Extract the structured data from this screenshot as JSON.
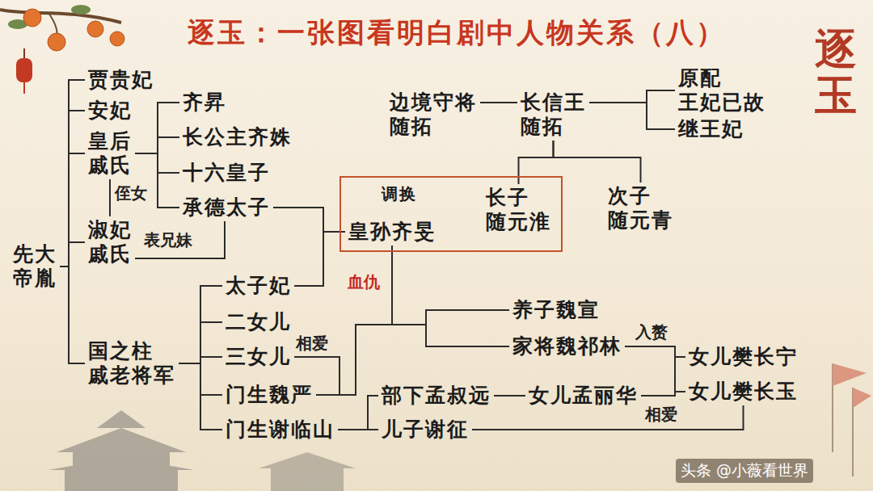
{
  "diagram": {
    "title": "逐玉：一张图看明白剧中人物关系（八）",
    "nodes": [
      {
        "text": [
          "先大 帝胤"
        ]
      },
      {
        "text": [
          "贾贵妃"
        ]
      },
      {
        "text": [
          "安妃"
        ]
      },
      {
        "text": [
          "皇后 戚氏"
        ]
      },
      {
        "text": [
          "淑妃 戚氏"
        ]
      },
      {
        "text": [
          "国之柱 戚老将军"
        ]
      },
      {
        "text": [
          "齐昇"
        ]
      },
      {
        "text": [
          "长公主齐姝"
        ]
      },
      {
        "text": [
          "十六皇子"
        ]
      },
      {
        "text": [
          "承德太子"
        ]
      },
      {
        "text": [
          "调换"
        ]
      },
      {
        "text": [
          "长子 随元淮"
        ],
        "in": 10
      },
      {
        "text": [
          "皇孙齐旻"
        ],
        "in": 10
      },
      {
        "text": [
          "边境守将 随拓"
        ]
      },
      {
        "text": [
          "长信王 随拓"
        ]
      },
      {
        "text": [
          "原配 王妃已故"
        ]
      },
      {
        "text": [
          "继王妃"
        ]
      },
      {
        "text": [
          "次子 随元青"
        ]
      },
      {
        "text": [
          "太子妃"
        ]
      },
      {
        "text": [
          "二女儿"
        ]
      },
      {
        "text": [
          "三女儿"
        ]
      },
      {
        "text": [
          "门生魏严"
        ]
      },
      {
        "text": [
          "门生谢临山"
        ]
      },
      {
        "text": [
          "养子魏宣"
        ]
      },
      {
        "text": [
          "家将魏祁林"
        ]
      },
      {
        "text": [
          "女儿樊长宁"
        ]
      },
      {
        "text": [
          "女儿樊长玉"
        ]
      },
      {
        "text": [
          "部下孟叔远"
        ]
      },
      {
        "text": [
          "女儿孟丽华"
        ]
      },
      {
        "text": [
          "儿子谢征"
        ]
      }
    ],
    "edges": [
      {
        "from": 0,
        "to": 1,
        "arrow": "none"
      },
      {
        "from": 0,
        "to": 2,
        "arrow": "none"
      },
      {
        "from": 0,
        "to": 3,
        "arrow": "none"
      },
      {
        "from": 0,
        "to": 4,
        "arrow": "none"
      },
      {
        "from": 0,
        "to": 5,
        "arrow": "none"
      },
      {
        "from": 3,
        "to": 4,
        "label": "侄女",
        "arrow": "none"
      },
      {
        "from": 3,
        "to": 6,
        "arrow": "none"
      },
      {
        "from": 3,
        "to": 7,
        "arrow": "none"
      },
      {
        "from": 3,
        "to": 8,
        "arrow": "none"
      },
      {
        "from": 3,
        "to": 9,
        "arrow": "none"
      },
      {
        "from": 4,
        "to": 9,
        "label": "表兄妹",
        "arrow": "none"
      },
      {
        "from": 9,
        "to": 12,
        "arrow": "none"
      },
      {
        "from": 18,
        "to": 12,
        "arrow": "none"
      },
      {
        "from": 13,
        "to": 14,
        "arrow": "none"
      },
      {
        "from": 14,
        "to": 15,
        "arrow": "none"
      },
      {
        "from": 14,
        "to": 16,
        "arrow": "none"
      },
      {
        "from": 14,
        "to": 11,
        "arrow": "none"
      },
      {
        "from": 14,
        "to": 17,
        "arrow": "none"
      },
      {
        "from": 12,
        "to": 21,
        "label": "血仇",
        "arrow": "none"
      },
      {
        "from": 21,
        "to": 23,
        "arrow": "none"
      },
      {
        "from": 21,
        "to": 24,
        "arrow": "none"
      },
      {
        "from": 20,
        "to": 21,
        "label": "相爱",
        "arrow": "none"
      },
      {
        "from": 5,
        "to": 18,
        "arrow": "none"
      },
      {
        "from": 5,
        "to": 19,
        "arrow": "none"
      },
      {
        "from": 5,
        "to": 20,
        "arrow": "none"
      },
      {
        "from": 5,
        "to": 21,
        "arrow": "none"
      },
      {
        "from": 5,
        "to": 22,
        "arrow": "none"
      },
      {
        "from": 22,
        "to": 27,
        "arrow": "none"
      },
      {
        "from": 22,
        "to": 29,
        "arrow": "none"
      },
      {
        "from": 27,
        "to": 28,
        "arrow": "none"
      },
      {
        "from": 24,
        "to": 25,
        "label": "入赘",
        "arrow": "none"
      },
      {
        "from": 24,
        "to": 26,
        "arrow": "none"
      },
      {
        "from": 28,
        "to": 25,
        "arrow": "none"
      },
      {
        "from": 28,
        "to": 26,
        "arrow": "none"
      },
      {
        "from": 29,
        "to": 26,
        "label": "相爱",
        "arrow": "none"
      }
    ],
    "labels": [
      "逐玉",
      "头条 @小薇看世界"
    ]
  }
}
